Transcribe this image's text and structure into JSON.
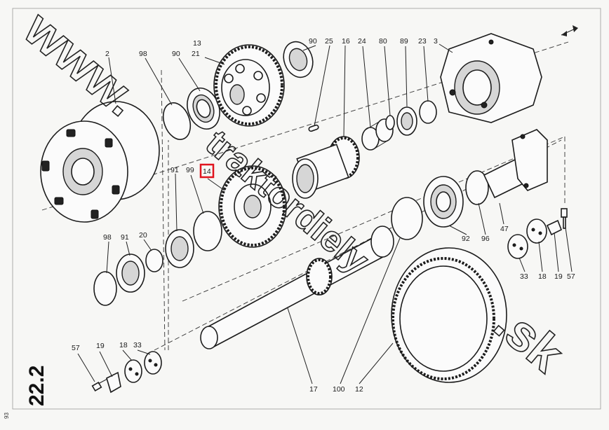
{
  "page": {
    "section": "22.2",
    "page_number": "93",
    "highlighted_callout": "14"
  },
  "callouts": {
    "c2": "2",
    "c98a": "98",
    "c90a": "90",
    "c13": "13",
    "c21": "21",
    "c90b": "90",
    "c25": "25",
    "c16": "16",
    "c24": "24",
    "c80": "80",
    "c89": "89",
    "c23": "23",
    "c3": "3",
    "c14": "14",
    "c91a": "91",
    "c99": "99",
    "c98b": "98",
    "c91b": "91",
    "c20": "20",
    "c47": "47",
    "c92": "92",
    "c96": "96",
    "c33a": "33",
    "c18a": "18",
    "c19a": "19",
    "c57a": "57",
    "c57b": "57",
    "c19b": "19",
    "c18b": "18",
    "c33b": "33",
    "c17": "17",
    "c100": "100",
    "c12": "12"
  },
  "watermark": {
    "left": "www.",
    "middle": "traktordiely",
    "right": ".sk"
  },
  "icons": {
    "direction_arrow": "arrow-icon"
  }
}
